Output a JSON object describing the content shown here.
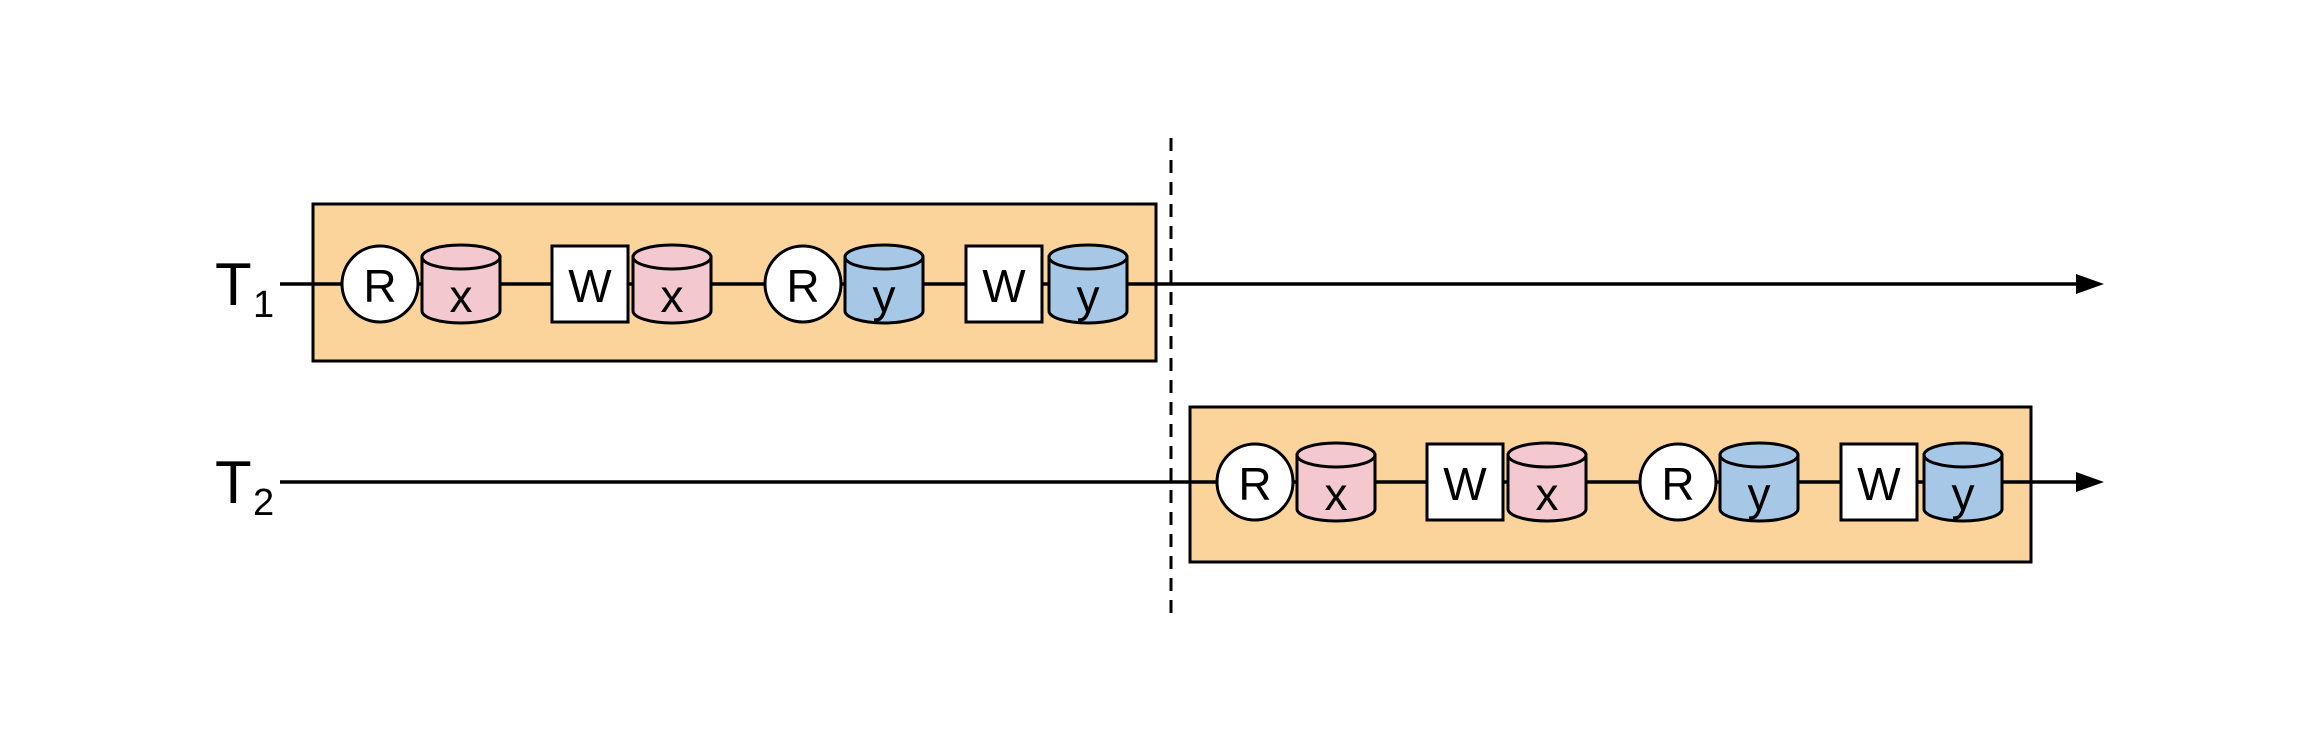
{
  "diagram": {
    "type": "transaction-serial-schedule",
    "colors": {
      "highlight_box": "#FAD49B",
      "item_x": "#F3C8CF",
      "item_y": "#A6C8E6",
      "op_shape_fill": "#FFFFFF",
      "stroke": "#000000"
    },
    "rows": [
      {
        "label": "T",
        "label_sub": "1",
        "operations": [
          {
            "op": "R",
            "target": "x",
            "target_color": "#F3C8CF"
          },
          {
            "op": "W",
            "target": "x",
            "target_color": "#F3C8CF"
          },
          {
            "op": "R",
            "target": "y",
            "target_color": "#A6C8E6"
          },
          {
            "op": "W",
            "target": "y",
            "target_color": "#A6C8E6"
          }
        ]
      },
      {
        "label": "T",
        "label_sub": "2",
        "operations": [
          {
            "op": "R",
            "target": "x",
            "target_color": "#F3C8CF"
          },
          {
            "op": "W",
            "target": "x",
            "target_color": "#F3C8CF"
          },
          {
            "op": "R",
            "target": "y",
            "target_color": "#A6C8E6"
          },
          {
            "op": "W",
            "target": "y",
            "target_color": "#A6C8E6"
          }
        ]
      }
    ]
  }
}
